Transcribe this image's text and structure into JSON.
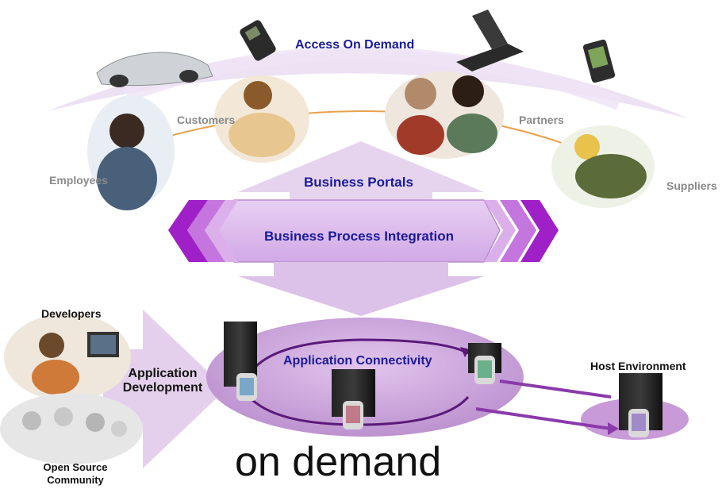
{
  "labels": {
    "access_on_demand": "Access On Demand",
    "customers": "Customers",
    "partners": "Partners",
    "employees": "Employees",
    "suppliers": "Suppliers",
    "business_portals": "Business Portals",
    "business_process_integration": "Business Process Integration",
    "developers": "Developers",
    "application_development_line1": "Application",
    "application_development_line2": "Development",
    "application_connectivity": "Application Connectivity",
    "host_environment": "Host Environment",
    "open_source_line1": "Open Source",
    "open_source_line2": "Community",
    "on_demand": "on demand"
  },
  "colors": {
    "lavender_light": "#eadcf2",
    "lavender": "#d9bfe6",
    "purple": "#b07ac9",
    "magenta": "#a020c8",
    "ellipse": "#c89ad8",
    "title_blue": "#1a1a9a",
    "label_gray": "#8a8a8a"
  }
}
